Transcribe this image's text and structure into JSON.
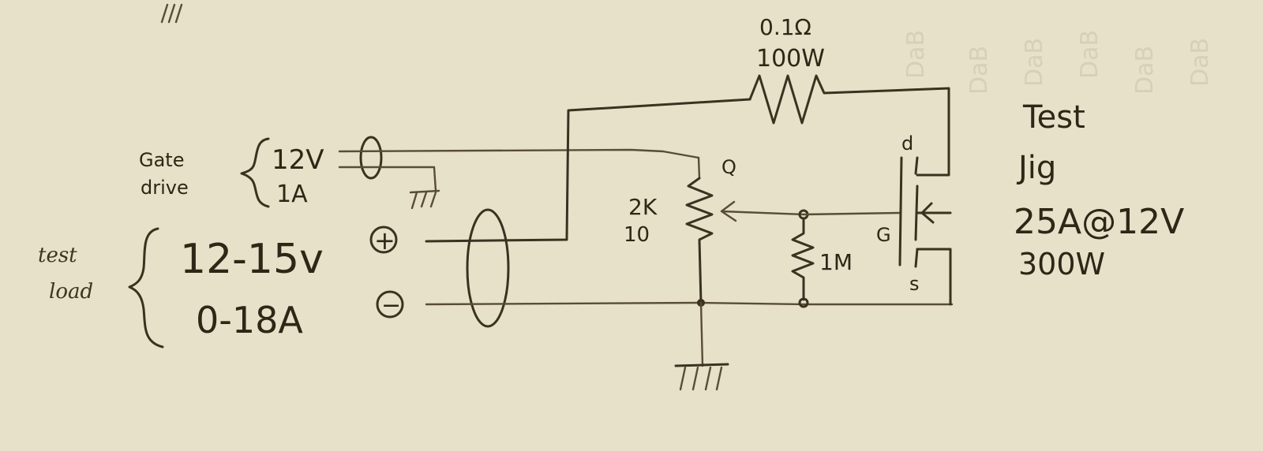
{
  "notes": {
    "title_lines": [
      "Test",
      "Jig",
      "25A@12V",
      "300W"
    ],
    "gate_drive": {
      "label_line1": "Gate",
      "label_line2": "drive",
      "voltage": "12V",
      "current": "1A"
    },
    "test_load": {
      "label_line1": "test",
      "label_line2": "load",
      "voltage_range": "12-15v",
      "current_range": "0-18A"
    },
    "terminals": {
      "plus": "+",
      "minus": "−"
    },
    "shunt_resistor": {
      "value": "0.1Ω",
      "power": "100W"
    },
    "potentiometer": {
      "value": "2K",
      "turns": "10",
      "marker": "Q"
    },
    "pulldown_resistor": {
      "value": "1M"
    },
    "mosfet": {
      "drain": "d",
      "gate": "G",
      "source": "s"
    }
  },
  "colors": {
    "paper": "#e6e1c8",
    "ink": "#3b3121"
  }
}
